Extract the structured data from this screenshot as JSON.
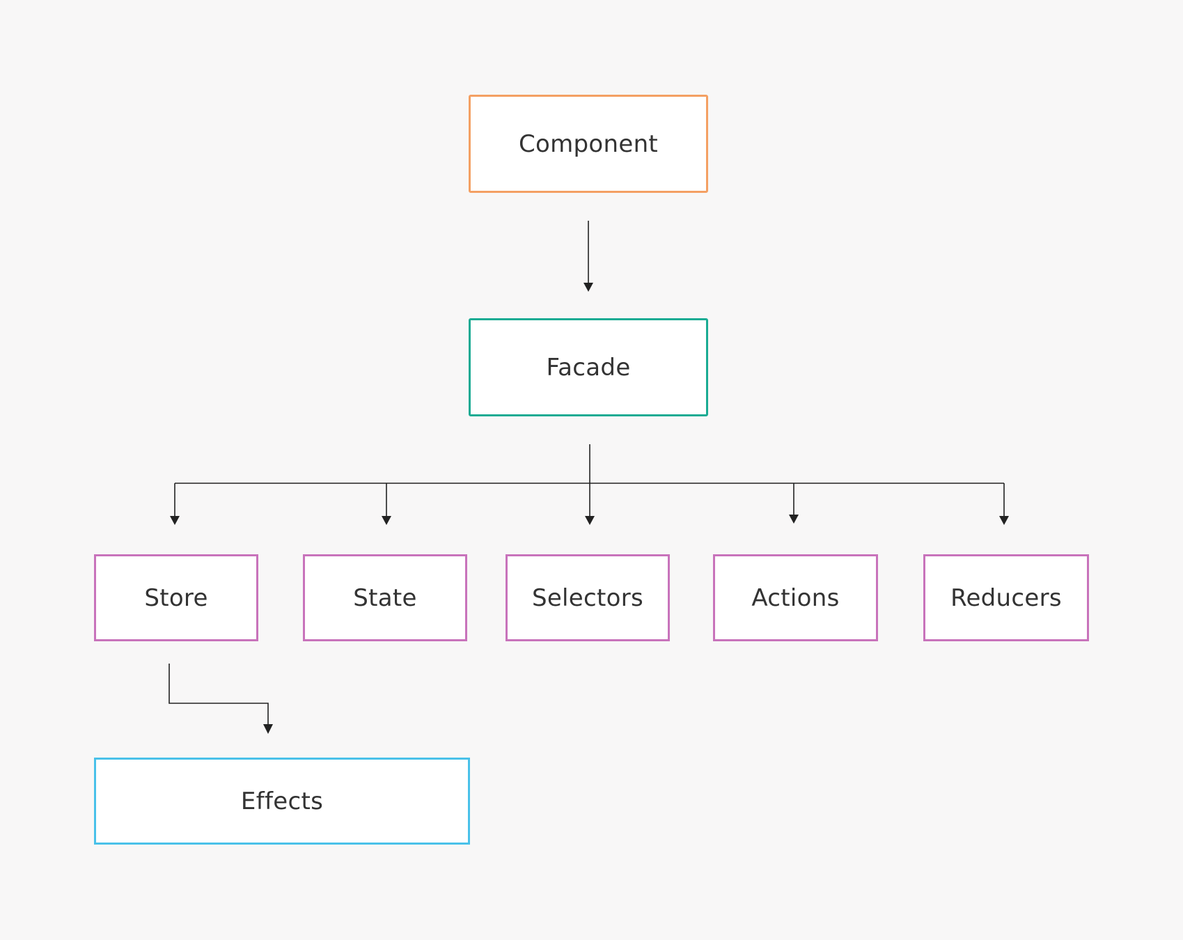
{
  "diagram": {
    "nodes": {
      "component": "Component",
      "facade": "Facade",
      "store": "Store",
      "state": "State",
      "selectors": "Selectors",
      "actions": "Actions",
      "reducers": "Reducers",
      "effects": "Effects"
    },
    "colors": {
      "background": "#f8f7f7",
      "component_border": "#f4a063",
      "facade_border": "#1aab93",
      "store_layer_border": "#c873bb",
      "effects_border": "#49c1e9",
      "connector": "#222222"
    },
    "edges": [
      {
        "from": "Component",
        "to": "Facade"
      },
      {
        "from": "Facade",
        "to": "Store"
      },
      {
        "from": "Facade",
        "to": "State"
      },
      {
        "from": "Facade",
        "to": "Selectors"
      },
      {
        "from": "Facade",
        "to": "Actions"
      },
      {
        "from": "Facade",
        "to": "Reducers"
      },
      {
        "from": "Store",
        "to": "Effects"
      }
    ]
  }
}
